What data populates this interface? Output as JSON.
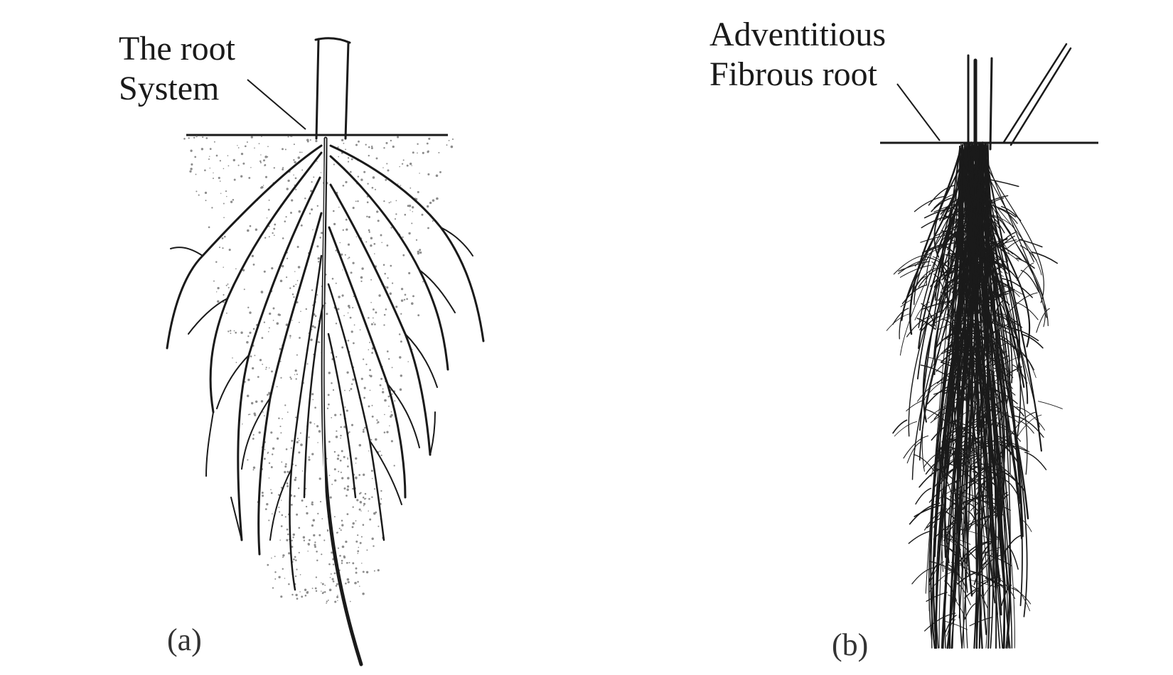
{
  "panels": [
    {
      "id": "a",
      "caption": "(a)",
      "label_lines": [
        "The root",
        "System"
      ]
    },
    {
      "id": "b",
      "caption": "(b)",
      "label_lines": [
        "Adventitious",
        "Fibrous root"
      ]
    }
  ],
  "colors": {
    "ink": "#1a1a1a",
    "soil": "#8c8c8c",
    "background": "#ffffff"
  }
}
